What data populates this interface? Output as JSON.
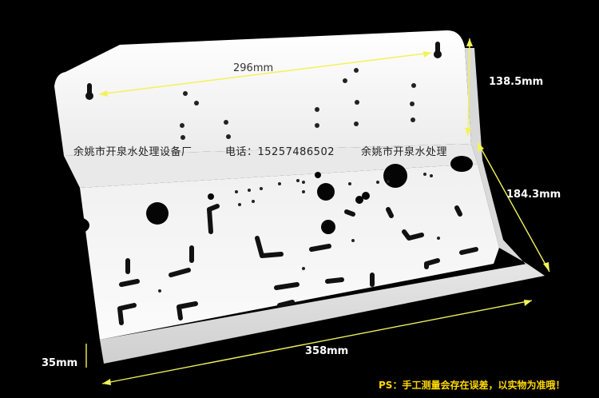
{
  "dimensions": {
    "top_width": "296mm",
    "back_height": "138.5mm",
    "depth": "184.3mm",
    "front_lip": "35mm",
    "total_width": "358mm"
  },
  "watermark": {
    "company_left": "余姚市开泉水处理设备厂",
    "phone": "电话：15257486502",
    "company_right": "余姚市开泉水处理"
  },
  "note": "PS：手工测量会存在误差，以实物为准哦！",
  "colors": {
    "background": "#000000",
    "panel": "#f3f3f3",
    "dimension_line": "#f2f25a",
    "note_text": "#ffd800"
  }
}
